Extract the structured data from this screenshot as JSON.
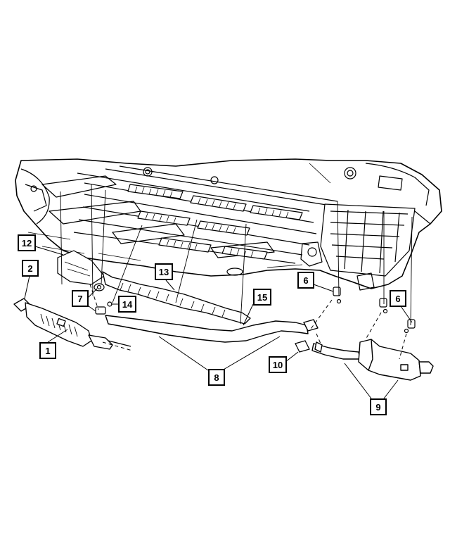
{
  "callouts": {
    "c1": "1",
    "c2": "2",
    "c6a": "6",
    "c6b": "6",
    "c7": "7",
    "c8": "8",
    "c9": "9",
    "c10": "10",
    "c12": "12",
    "c13": "13",
    "c14": "14",
    "c15": "15"
  }
}
